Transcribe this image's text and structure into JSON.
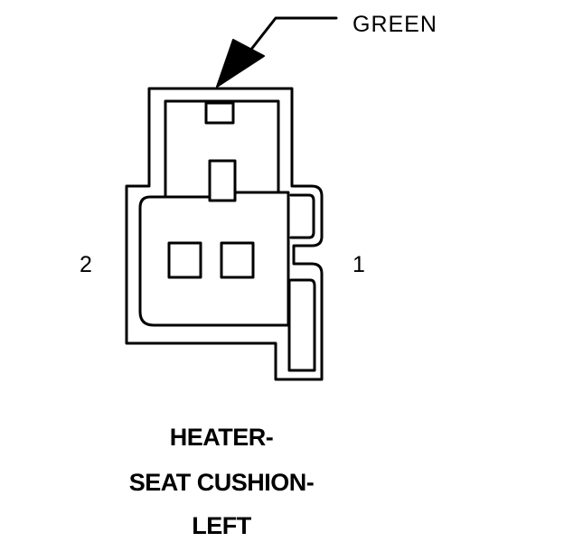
{
  "callout": {
    "color_label": "GREEN"
  },
  "pins": {
    "left": "2",
    "right": "1"
  },
  "component": {
    "line1": "HEATER-",
    "line2": "SEAT CUSHION-",
    "line3": "LEFT"
  },
  "colors": {
    "ink": "#000000",
    "background": "#ffffff"
  }
}
